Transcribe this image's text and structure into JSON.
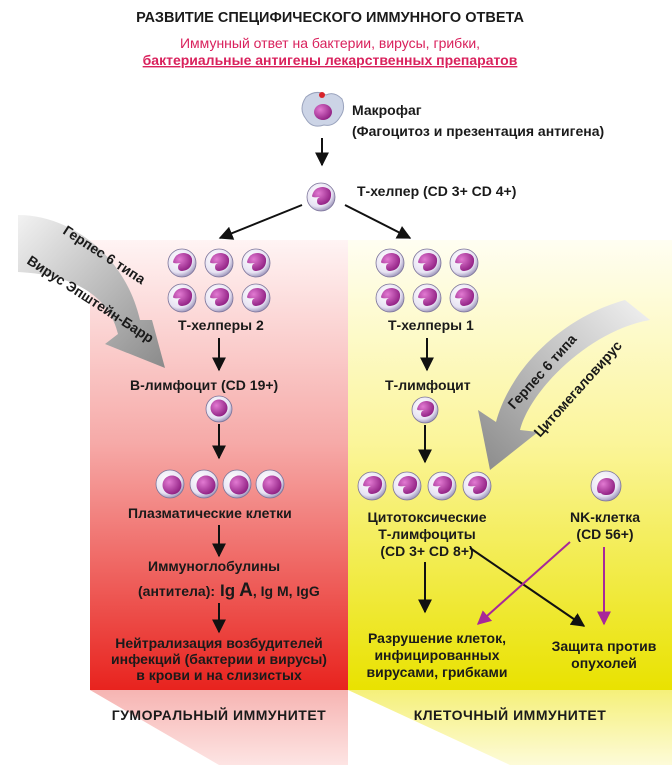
{
  "title": "РАЗВИТИЕ СПЕЦИФИЧЕСКОГО ИММУННОГО ОТВЕТА",
  "subtitle_line1": "Иммунный ответ на бактерии, вирусы, грибки,",
  "subtitle_line2": "бактериальные антигены лекарственных препаратов",
  "macrophage": {
    "label": "Макрофаг",
    "desc": "(Фагоцитоз и презентация антигена)"
  },
  "t_helper": "Т-хелпер (CD 3+ CD 4+)",
  "humoral": {
    "cells_label": "Т-хелперы 2",
    "b_cell": "В-лимфоцит (CD 19+)",
    "plasma": "Плазматические клетки",
    "immunoglobulins": "Иммуноглобулины",
    "antibodies_prefix": "(антитела):",
    "ig_a_prefix": "Ig",
    "ig_a_letter": "A",
    "ig_rest": ", Ig M, IgG",
    "result_line1": "Нейтрализация возбудителей",
    "result_line2": "инфекций (бактерии и вирусы)",
    "result_line3": "в крови и на слизистых",
    "footer": "ГУМОРАЛЬНЫЙ ИММУНИТЕТ",
    "virus_line1": "Герпес 6 типа",
    "virus_line2": "Вирус Эпштейн-Барр"
  },
  "cellular": {
    "cells_label": "Т-хелперы 1",
    "t_cell": "Т-лимфоцит",
    "cytotoxic_line1": "Цитотоксические",
    "cytotoxic_line2": "Т-лимфоциты",
    "cytotoxic_line3": "(CD 3+ CD 8+)",
    "nk_line1": "NK-клетка",
    "nk_line2": "(CD 56+)",
    "result1_line1": "Разрушение клеток,",
    "result1_line2": "инфицированных",
    "result1_line3": "вирусами, грибками",
    "result2_line1": "Защита против",
    "result2_line2": "опухолей",
    "footer": "КЛЕТОЧНЫЙ ИММУНИТЕТ",
    "virus_line1": "Герпес 6 типа",
    "virus_line2": "Цитомегаловирус"
  },
  "colors": {
    "humoral_top": "#fdeaea",
    "humoral_bottom": "#e8231e",
    "cellular_top": "#fffbe0",
    "cellular_bottom": "#e8e200",
    "subtitle": "#d9215c",
    "nucleus": "#b8329c",
    "arrow_magenta": "#a8289a"
  }
}
